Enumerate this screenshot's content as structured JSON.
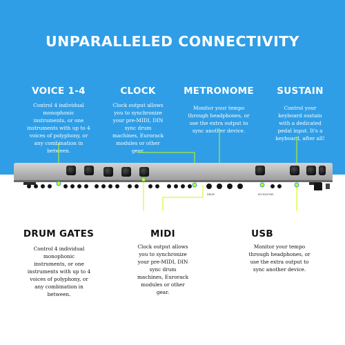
{
  "headline": "UNPARALLELED CONNECTIVITY",
  "colors": {
    "background_blue": "#2f9ee6",
    "accent_green": "#c6ff00",
    "text_dark": "#111111",
    "text_light": "#ffffff"
  },
  "features_top": [
    {
      "id": "voice",
      "title": "VOICE 1-4",
      "lines": [
        "Control 4 individual",
        "monophonic",
        "instruments, or one",
        "instruments with up to 4",
        "voices of polyphony, or",
        "any combination in",
        "between."
      ]
    },
    {
      "id": "clock",
      "title": "CLOCK",
      "lines": [
        "Clock output allows",
        "you to synchronize",
        "your pre-MIDI, DIN",
        "sync drum",
        "machines, Eurorack",
        "modules or other",
        "gear."
      ]
    },
    {
      "id": "metronome",
      "title": "METRONOME",
      "lines": [
        "Monitor your tempo",
        "through headphones, or",
        "use the extra output to",
        "sync another device."
      ]
    },
    {
      "id": "sustain",
      "title": "SUSTAIN",
      "lines": [
        "Control your",
        "keyboard sustain",
        "with a dedicated",
        "pedal input. It's a",
        "keyboard, after all!"
      ]
    }
  ],
  "features_bottom": [
    {
      "id": "drum_gates",
      "title": "DRUM GATES",
      "lines": [
        "Control 4 individual",
        "monophonic",
        "instruments, or one",
        "instruments with up to 4",
        "voices of polyphony, or",
        "any combination in",
        "between."
      ]
    },
    {
      "id": "midi",
      "title": "MIDI",
      "lines": [
        "Clock output allows",
        "you to synchronize",
        "your pre-MIDI, DIN",
        "sync drum",
        "machines, Eurorack",
        "modules or other",
        "gear."
      ]
    },
    {
      "id": "usb",
      "title": "USB",
      "lines": [
        "Monitor your tempo",
        "through headphones, or",
        "use the extra output to",
        "sync another device."
      ]
    }
  ],
  "panel_labels": {
    "drum": "DRUM",
    "serial": "KS7020CF89"
  }
}
